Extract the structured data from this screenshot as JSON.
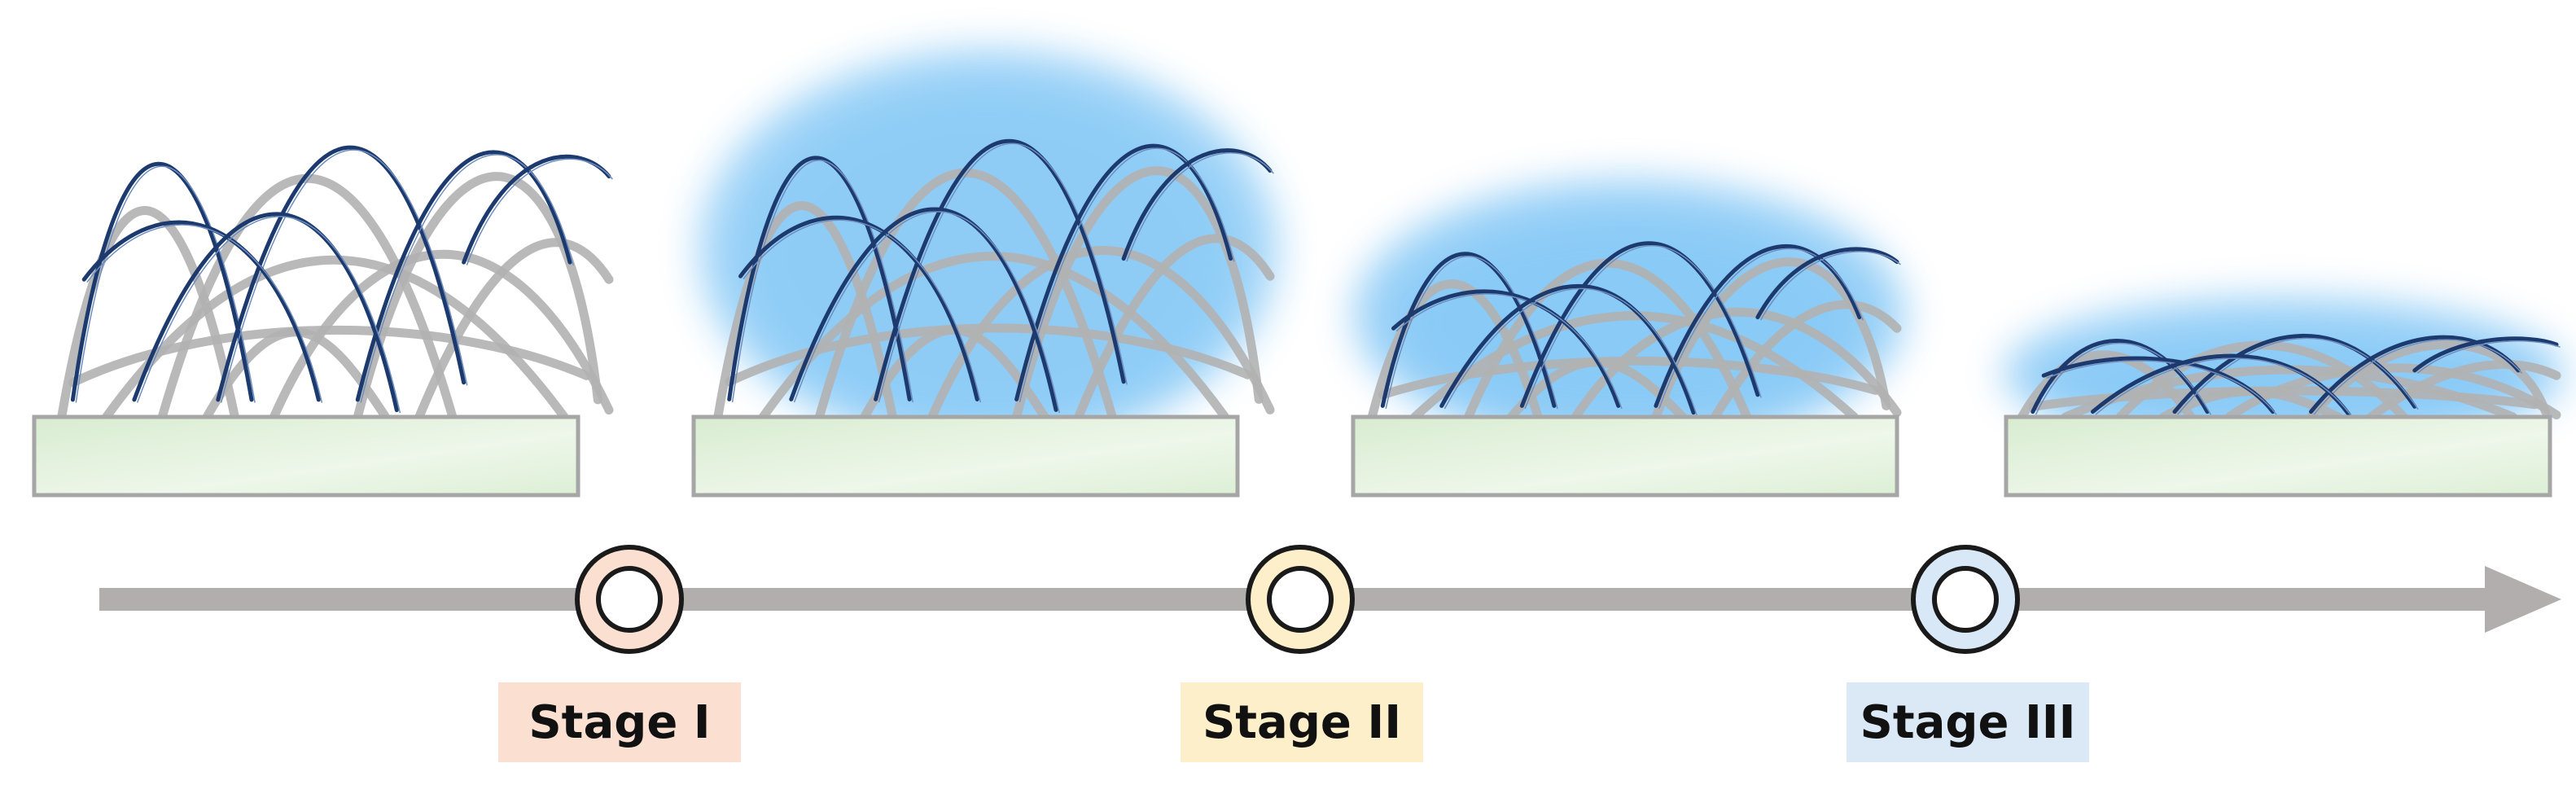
{
  "stages": [
    {
      "label": "Stage I",
      "label_bg": "#fbe0d2",
      "ring_fill": "#fbe0d2",
      "glow": 0.0
    },
    {
      "label": "Stage II",
      "label_bg": "#fcefc9",
      "ring_fill": "#fcefc9",
      "glow": 0.85
    },
    {
      "label": "Stage III",
      "label_bg": "#dbe8f5",
      "ring_fill": "#d9e8f7",
      "glow": 0.9
    }
  ],
  "colors": {
    "substrate_fill": "#e3f1dc",
    "substrate_stroke": "#a6a6a6",
    "grey_fiber": "#b1b1b1",
    "blue_fiber": "#1d3a6e",
    "glow": "#3aa6f0",
    "arrow": "#b3aeae"
  },
  "icons": [
    "timeline-arrow",
    "stage-ring-icon",
    "fiber-network",
    "substrate"
  ]
}
